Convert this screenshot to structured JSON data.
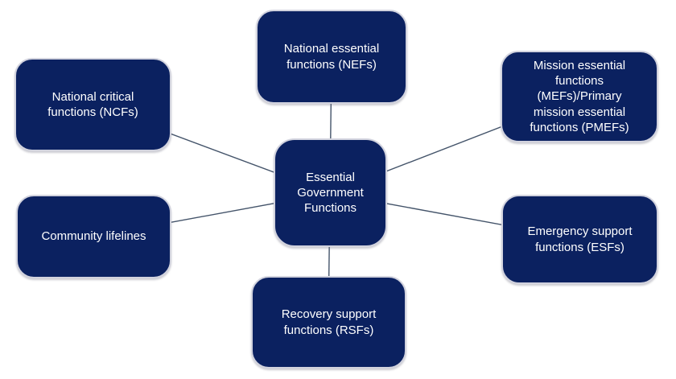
{
  "diagram": {
    "center": {
      "label": "Essential Government Functions"
    },
    "nodes": [
      {
        "id": "nefs",
        "label": "National essential functions (NEFs)"
      },
      {
        "id": "mefs-pmefs",
        "label": "Mission essential functions (MEFs)/Primary mission essential functions (PMEFs)"
      },
      {
        "id": "esfs",
        "label": "Emergency support functions (ESFs)"
      },
      {
        "id": "rsfs",
        "label": "Recovery support functions (RSFs)"
      },
      {
        "id": "community-lifelines",
        "label": "Community lifelines"
      },
      {
        "id": "ncfs",
        "label": "National critical functions (NCFs)"
      }
    ],
    "colors": {
      "box_fill": "#0b2160",
      "box_border": "#d2d3de",
      "connector": "#44546a",
      "text": "#ffffff",
      "background": "#ffffff"
    }
  }
}
